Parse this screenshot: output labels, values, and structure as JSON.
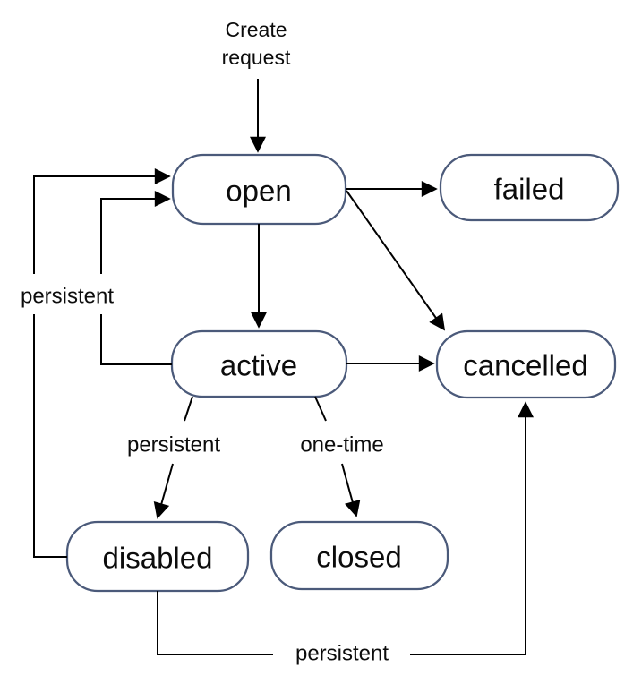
{
  "diagram": {
    "type": "state-diagram",
    "background": "#ffffff",
    "colors": {
      "node_border": "#4b5a7a",
      "node_fill": "#ffffff",
      "line": "#000000",
      "text": "#0c0c0c"
    },
    "nodes": [
      {
        "id": "open",
        "label": "open"
      },
      {
        "id": "failed",
        "label": "failed"
      },
      {
        "id": "active",
        "label": "active"
      },
      {
        "id": "cancelled",
        "label": "cancelled"
      },
      {
        "id": "disabled",
        "label": "disabled"
      },
      {
        "id": "closed",
        "label": "closed"
      }
    ],
    "annotations": {
      "create_request_line1": "Create",
      "create_request_line2": "request",
      "left_loop_label": "persistent",
      "active_to_disabled_label": "persistent",
      "active_to_closed_label": "one-time",
      "disabled_to_cancelled_label": "persistent"
    },
    "edges": [
      {
        "from": "start",
        "to": "open",
        "label": "Create request"
      },
      {
        "from": "open",
        "to": "failed",
        "label": ""
      },
      {
        "from": "open",
        "to": "active",
        "label": ""
      },
      {
        "from": "open",
        "to": "cancelled",
        "label": ""
      },
      {
        "from": "active",
        "to": "cancelled",
        "label": ""
      },
      {
        "from": "active",
        "to": "open",
        "label": ""
      },
      {
        "from": "disabled",
        "to": "open",
        "label": "persistent"
      },
      {
        "from": "active",
        "to": "disabled",
        "label": "persistent"
      },
      {
        "from": "active",
        "to": "closed",
        "label": "one-time"
      },
      {
        "from": "disabled",
        "to": "cancelled",
        "label": "persistent"
      }
    ]
  }
}
